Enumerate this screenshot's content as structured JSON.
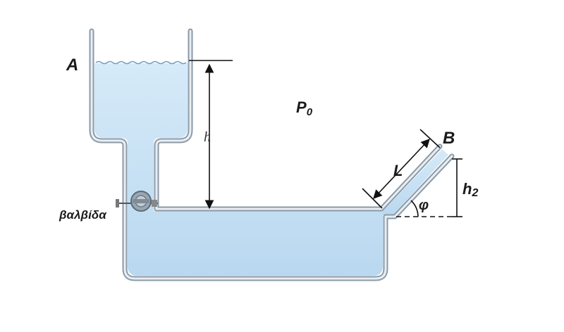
{
  "labels": {
    "tank": "A",
    "outlet": "B",
    "pressure": "P",
    "pressure_sub": "0",
    "height": "h",
    "height2": "h",
    "height2_sub": "2",
    "length": "L",
    "angle": "φ",
    "valve": "βαλβίδα"
  },
  "colors": {
    "water": "#c9e2f5",
    "water_dark": "#a9cbe8",
    "wall": "#8a9aa8",
    "line": "#111111"
  },
  "icons": {
    "valve": "valve-icon"
  }
}
